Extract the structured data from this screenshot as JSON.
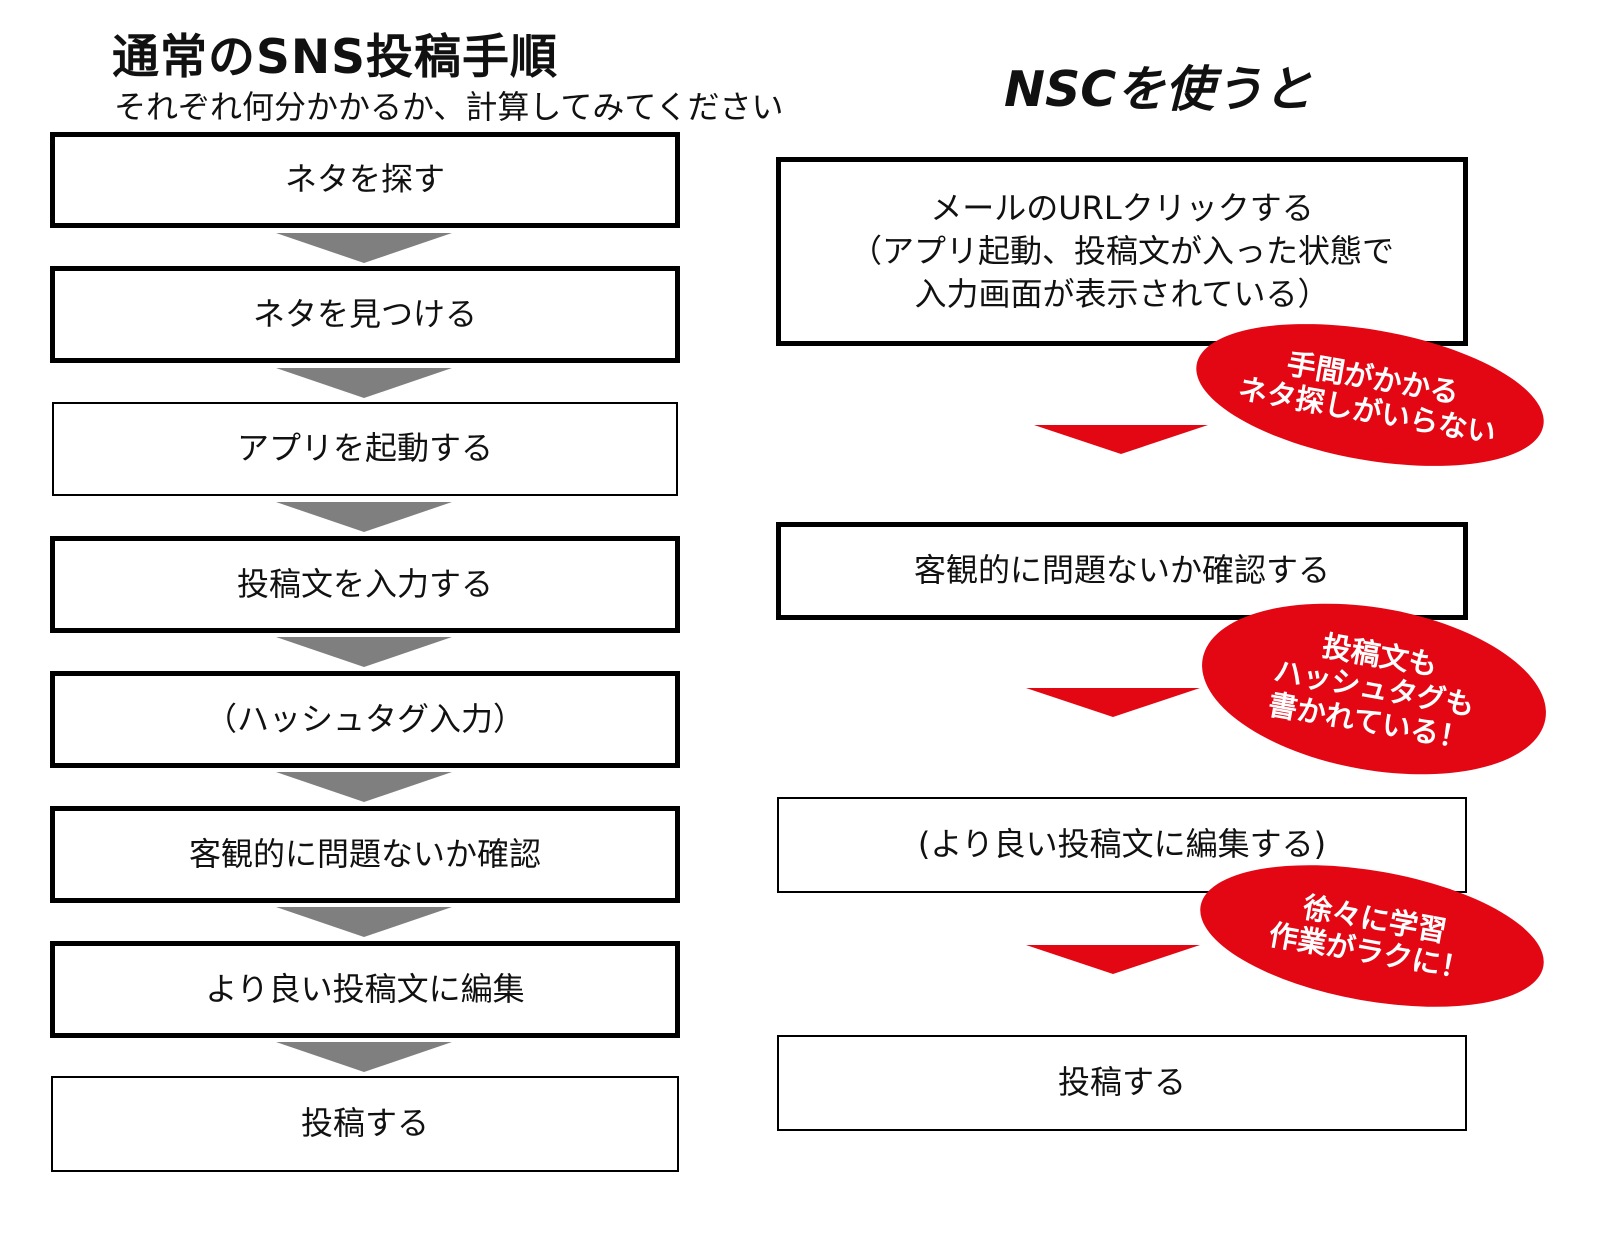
{
  "left": {
    "title": "通常のSNS投稿手順",
    "subtitle": "それぞれ何分かかるか、計算してみてください",
    "steps": [
      "ネタを探す",
      "ネタを見つける",
      "アプリを起動する",
      "投稿文を入力する",
      "（ハッシュタグ入力）",
      "客観的に問題ないか確認",
      "より良い投稿文に編集",
      "投稿する"
    ]
  },
  "right": {
    "title": "NSCを使うと",
    "steps": [
      "メールのURLクリックする\n（アプリ起動、投稿文が入った状態で\n入力画面が表示されている）",
      "客観的に問題ないか確認する",
      "(より良い投稿文に編集する)",
      "投稿する"
    ],
    "callouts": [
      "手間がかかる\nネタ探しがいらない",
      "投稿文も\nハッシュタグも\n書かれている！",
      "徐々に学習\n作業がラクに！"
    ]
  },
  "colors": {
    "accent_red": "#e30613",
    "arrow_gray": "#7f7f7f",
    "border": "#000000"
  }
}
